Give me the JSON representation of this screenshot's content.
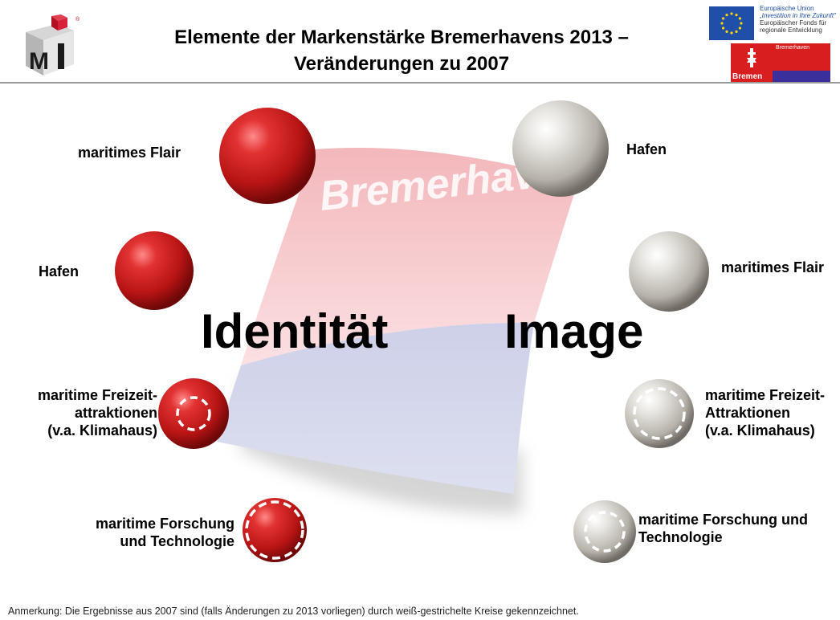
{
  "header": {
    "title_line1": "Elemente der Markenstärke Bremerhavens 2013 –",
    "title_line2": "Veränderungen zu 2007",
    "logo_icon": "mi-cube-logo-icon",
    "eu_logo": {
      "line1": "Europäische Union",
      "line2": "„Investition in Ihre Zukunft\"",
      "line3": "Europäischer Fonds für",
      "line4": "regionale Entwicklung",
      "flag_color": "#1f4fa8"
    },
    "bremen_logo": {
      "label": "Bremen",
      "sublabel": "Bremerhaven",
      "red": "#d81e1e",
      "blue": "#3b2f9c"
    }
  },
  "diagram": {
    "flag_text": "Bremerhaven",
    "left_heading": "Identität",
    "right_heading": "Image",
    "identity_items": [
      {
        "label": "maritimes Flair",
        "dashed_2007": false
      },
      {
        "label": "Hafen",
        "dashed_2007": false
      },
      {
        "label_lines": [
          "maritime Freizeit-",
          "attraktionen",
          "(v.a. Klimahaus)"
        ],
        "dashed_2007": true
      },
      {
        "label_lines": [
          "maritime Forschung",
          "und Technologie"
        ],
        "dashed_2007": true
      }
    ],
    "image_items": [
      {
        "label": "Hafen",
        "dashed_2007": false
      },
      {
        "label": "maritimes Flair",
        "dashed_2007": false
      },
      {
        "label_lines": [
          "maritime Freizeit-",
          "Attraktionen",
          "(v.a. Klimahaus)"
        ],
        "dashed_2007": true
      },
      {
        "label_lines": [
          "maritime Forschung und",
          "Technologie"
        ],
        "dashed_2007": true
      }
    ],
    "colors": {
      "identity_sphere": "#d42a2a",
      "image_sphere": "#c8c5bf",
      "flag_pink": "#f6c9cc",
      "flag_blue": "#cfd3ea"
    }
  },
  "footer": {
    "note": "Anmerkung: Die Ergebnisse aus 2007 sind (falls Änderungen zu 2013 vorliegen) durch weiß-gestrichelte Kreise gekennzeichnet."
  }
}
